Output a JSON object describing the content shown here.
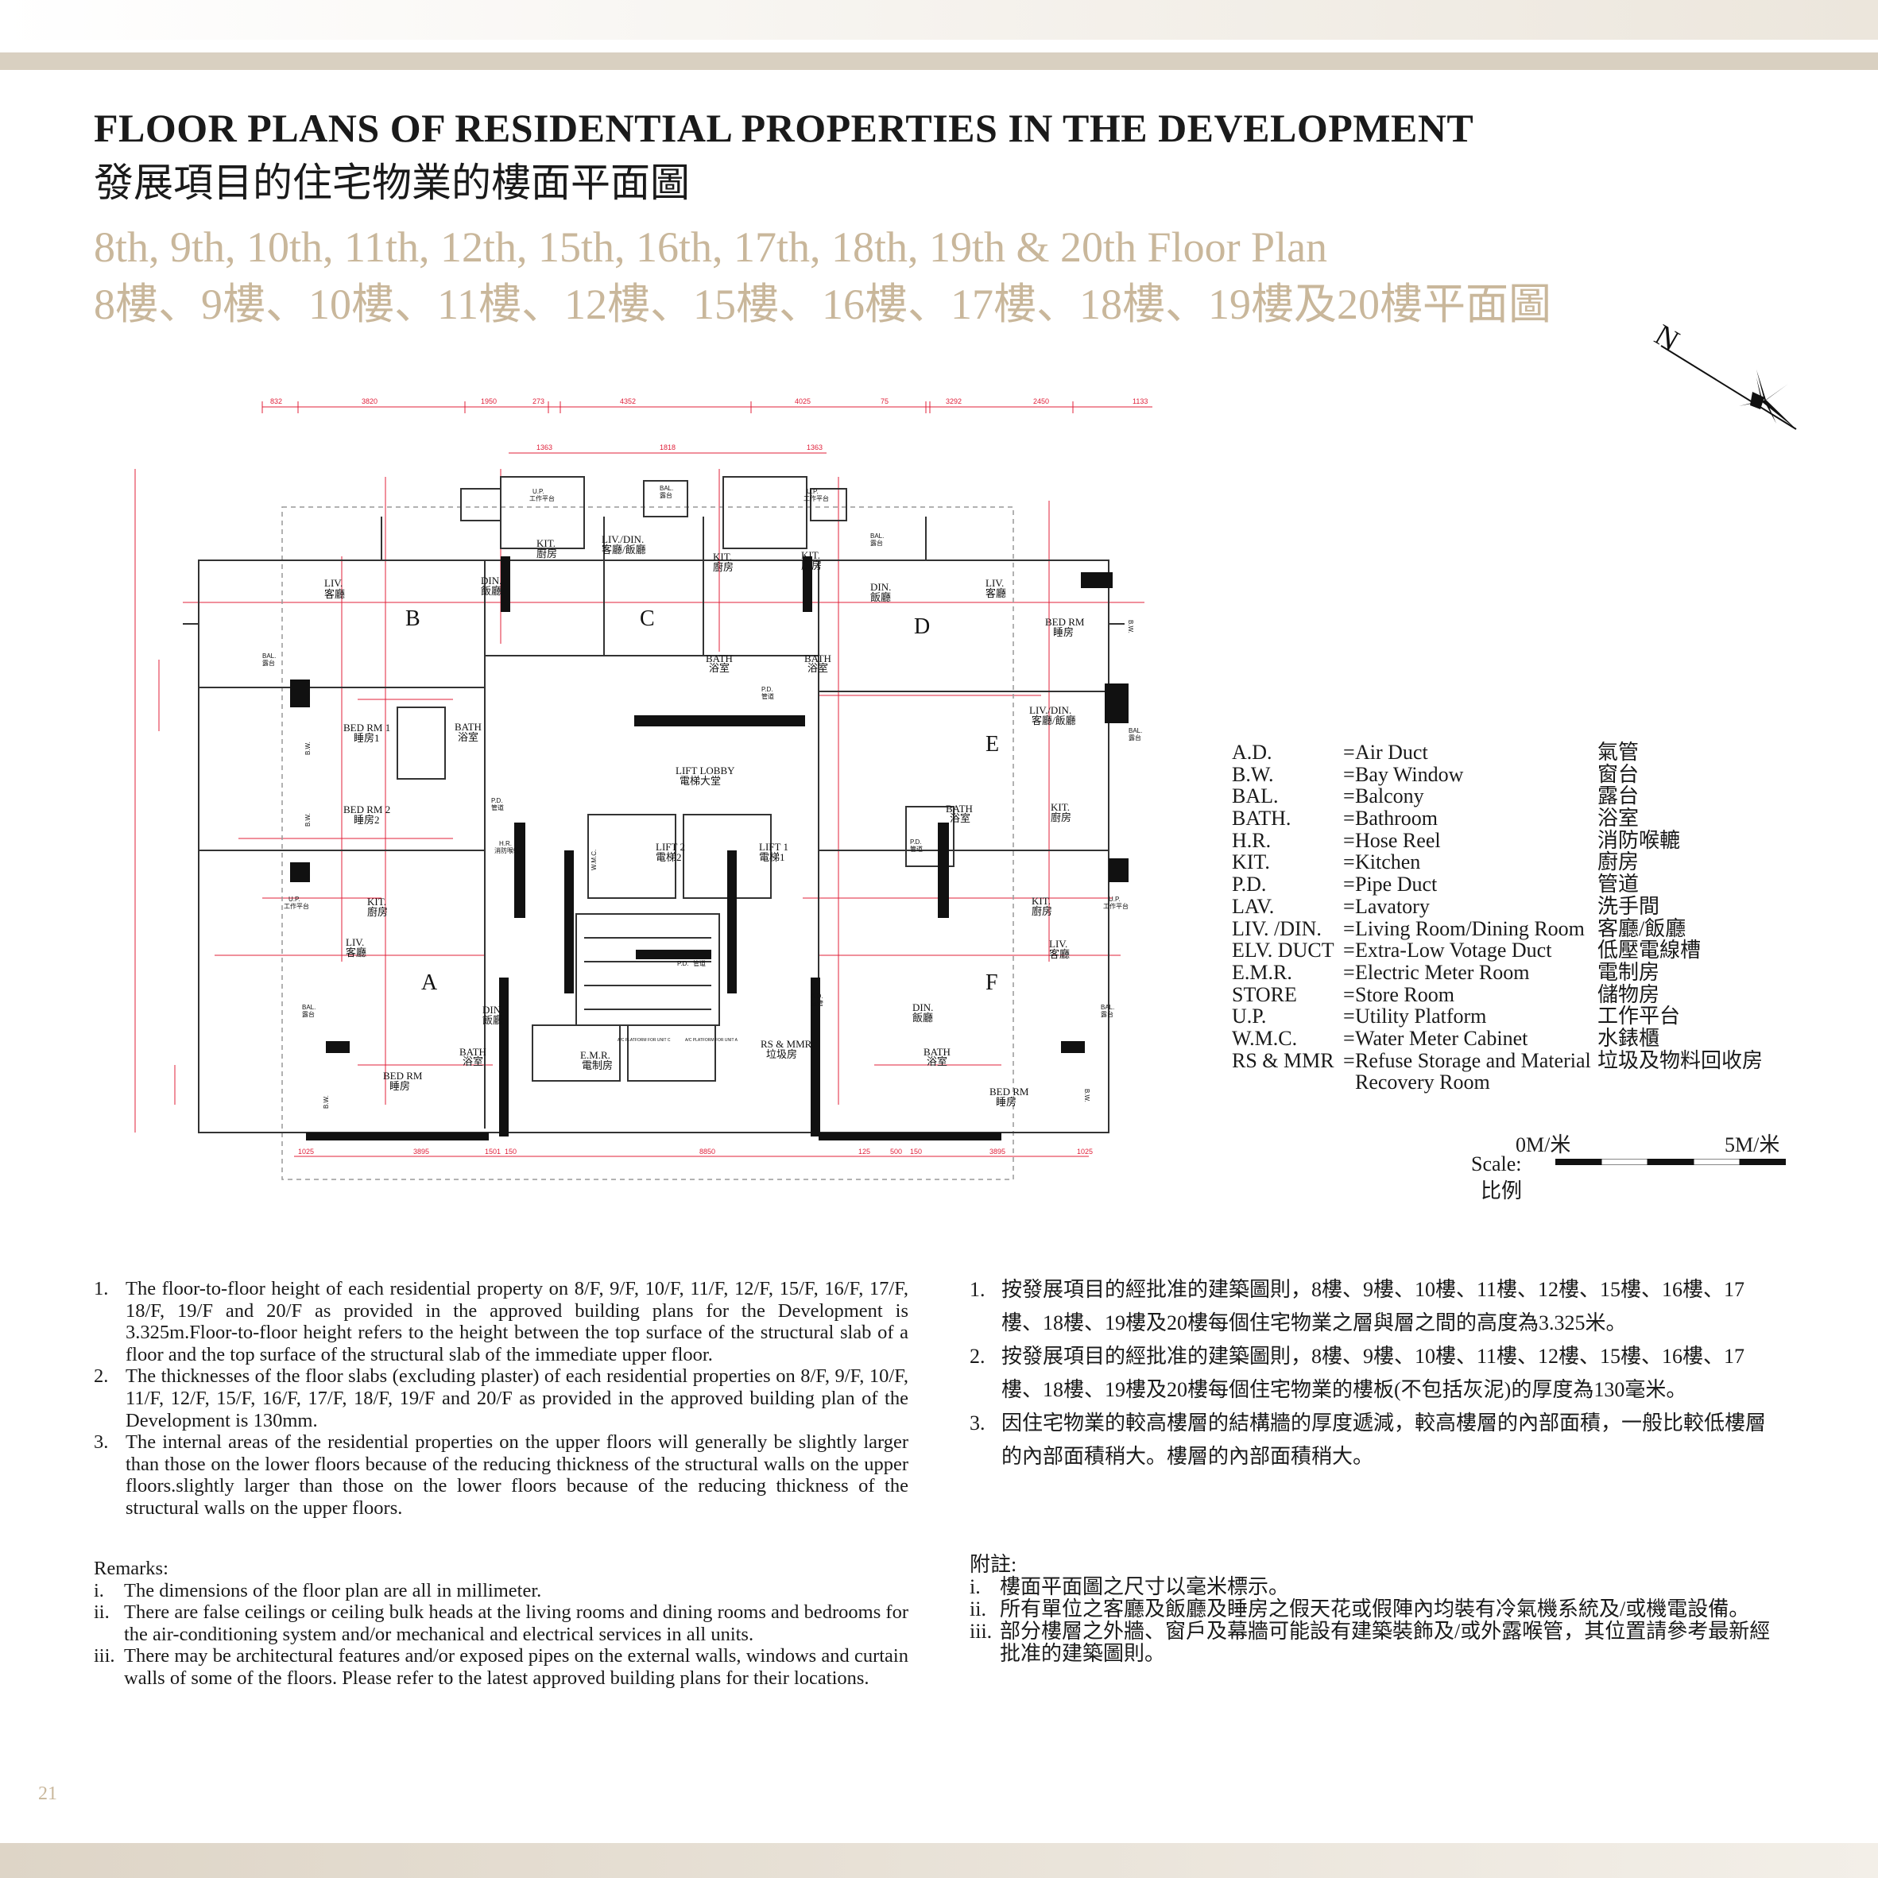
{
  "header": {
    "title_en": "FLOOR PLANS OF RESIDENTIAL PROPERTIES IN THE DEVELOPMENT",
    "title_zh": "發展項目的住宅物業的樓面平面圖",
    "subtitle_en": "8th, 9th, 10th, 11th, 12th, 15th, 16th, 17th, 18th, 19th & 20th Floor Plan",
    "subtitle_zh": "8樓、9樓、10樓、11樓、12樓、15樓、16樓、17樓、18樓、19樓及20樓平面圖"
  },
  "compass": {
    "label": "N"
  },
  "plan": {
    "top_dims": [
      "832",
      "3820",
      "1950",
      "273",
      "4352",
      "4025",
      "75",
      "3292",
      "2450",
      "1133"
    ],
    "top_dims2": [
      "1363",
      "1818",
      "1363"
    ],
    "bottom_dims": [
      "1025",
      "3895",
      "1501",
      "150",
      "8850",
      "125",
      "500",
      "150",
      "3895",
      "1025"
    ],
    "units": [
      {
        "id": "unit-a",
        "letter": "A"
      },
      {
        "id": "unit-b",
        "letter": "B"
      },
      {
        "id": "unit-c",
        "letter": "C"
      },
      {
        "id": "unit-d",
        "letter": "D"
      },
      {
        "id": "unit-e",
        "letter": "E"
      },
      {
        "id": "unit-f",
        "letter": "F"
      }
    ],
    "rooms": [
      {
        "en": "LIV.",
        "zh": "客廳"
      },
      {
        "en": "DIN.",
        "zh": "飯廳"
      },
      {
        "en": "KIT.",
        "zh": "廚房"
      },
      {
        "en": "LIV./DIN.",
        "zh": "客廳/飯廳"
      },
      {
        "en": "KIT.",
        "zh": "廚房"
      },
      {
        "en": "KIT.",
        "zh": "廚房"
      },
      {
        "en": "DIN.",
        "zh": "飯廳"
      },
      {
        "en": "LIV.",
        "zh": "客廳"
      },
      {
        "en": "BED RM",
        "zh": "睡房"
      },
      {
        "en": "BATH",
        "zh": "浴室"
      },
      {
        "en": "BATH",
        "zh": "浴室"
      },
      {
        "en": "BED RM 1",
        "zh": "睡房1"
      },
      {
        "en": "BATH",
        "zh": "浴室"
      },
      {
        "en": "BED RM 2",
        "zh": "睡房2"
      },
      {
        "en": "LIV./DIN.",
        "zh": "客廳/飯廳"
      },
      {
        "en": "LIFT LOBBY",
        "zh": "電梯大堂"
      },
      {
        "en": "LIFT 2",
        "zh": "電梯2"
      },
      {
        "en": "LIFT 1",
        "zh": "電梯1"
      },
      {
        "en": "BATH",
        "zh": "浴室"
      },
      {
        "en": "KIT.",
        "zh": "廚房"
      },
      {
        "en": "KIT.",
        "zh": "廚房"
      },
      {
        "en": "LIV.",
        "zh": "客廳"
      },
      {
        "en": "KIT.",
        "zh": "廚房"
      },
      {
        "en": "LIV.",
        "zh": "客廳"
      },
      {
        "en": "DIN.",
        "zh": "飯廳"
      },
      {
        "en": "BATH",
        "zh": "浴室"
      },
      {
        "en": "BED RM",
        "zh": "睡房"
      },
      {
        "en": "E.M.R.",
        "zh": "電制房"
      },
      {
        "en": "RS & MMR",
        "zh": "垃圾房"
      },
      {
        "en": "DIN.",
        "zh": "飯廳"
      },
      {
        "en": "BATH",
        "zh": "浴室"
      },
      {
        "en": "BED RM",
        "zh": "睡房"
      }
    ],
    "small_labels": {
      "bal": "BAL.",
      "bal_zh": "露台",
      "up": "U.P.",
      "up_zh": "工作平台",
      "pd": "P.D.",
      "pd_zh": "管道",
      "hr": "H.R.",
      "hr_zh": "消防喉轆",
      "ad": "A.D.",
      "ad_zh": "氣管",
      "wmc": "W.M.C.",
      "bw": "B.W.",
      "ac1": "A/C PLATFORM FOR UNIT C",
      "ac2": "A/C PLATFORM FOR UNIT A"
    }
  },
  "legend": [
    {
      "abbr": "A.D.",
      "en": "Air Duct",
      "zh": "氣管"
    },
    {
      "abbr": "B.W.",
      "en": "Bay Window",
      "zh": "窗台"
    },
    {
      "abbr": "BAL.",
      "en": "Balcony",
      "zh": "露台"
    },
    {
      "abbr": "BATH.",
      "en": "Bathroom",
      "zh": "浴室"
    },
    {
      "abbr": "H.R.",
      "en": "Hose Reel",
      "zh": "消防喉轆"
    },
    {
      "abbr": "KIT.",
      "en": "Kitchen",
      "zh": "廚房"
    },
    {
      "abbr": "P.D.",
      "en": "Pipe Duct",
      "zh": "管道"
    },
    {
      "abbr": "LAV.",
      "en": "Lavatory",
      "zh": "洗手間"
    },
    {
      "abbr": "LIV. /DIN.",
      "en": "Living Room/Dining Room",
      "zh": "客廳/飯廳"
    },
    {
      "abbr": "ELV. DUCT",
      "en": "Extra-Low Votage Duct",
      "zh": "低壓電線槽"
    },
    {
      "abbr": "E.M.R.",
      "en": "Electric Meter Room",
      "zh": "電制房"
    },
    {
      "abbr": "STORE",
      "en": "Store Room",
      "zh": "儲物房"
    },
    {
      "abbr": "U.P.",
      "en": "Utility Platform",
      "zh": "工作平台"
    },
    {
      "abbr": "W.M.C.",
      "en": "Water Meter Cabinet",
      "zh": "水錶櫃"
    },
    {
      "abbr": "RS & MMR",
      "en": "Refuse Storage and Material Recovery Room",
      "zh": "垃圾及物料回收房"
    }
  ],
  "legend_eq": "=",
  "scale": {
    "zero": "0M/米",
    "five": "5M/米",
    "label": "Scale:",
    "label_zh": "比例"
  },
  "notes_en": [
    {
      "num": "1.",
      "text": "The floor-to-floor height of each residential property on 8/F, 9/F, 10/F, 11/F, 12/F, 15/F, 16/F, 17/F, 18/F, 19/F and 20/F as provided in the approved building plans for the Development is 3.325m.Floor-to-floor height refers to the height between the top surface of the structural slab of a floor and the top surface of the structural slab of the immediate upper floor."
    },
    {
      "num": "2.",
      "text": "The thicknesses of the floor slabs (excluding plaster) of each residential properties on 8/F, 9/F, 10/F, 11/F, 12/F, 15/F, 16/F, 17/F, 18/F, 19/F and 20/F as provided in the approved building plan of the Development is 130mm."
    },
    {
      "num": "3.",
      "text": "The internal areas of the residential properties on the upper floors will generally be slightly larger than those on the lower floors because of the reducing thickness of the structural walls on the upper floors.slightly larger than those on the lower floors because of the reducing thickness of the structural walls on the upper floors."
    }
  ],
  "notes_zh": [
    {
      "num": "1.",
      "text": "按發展項目的經批准的建築圖則，8樓、9樓、10樓、11樓、12樓、15樓、16樓、17樓、18樓、19樓及20樓每個住宅物業之層與層之間的高度為3.325米。"
    },
    {
      "num": "2.",
      "text": "按發展項目的經批准的建築圖則，8樓、9樓、10樓、11樓、12樓、15樓、16樓、17樓、18樓、19樓及20樓每個住宅物業的樓板(不包括灰泥)的厚度為130毫米。"
    },
    {
      "num": "3.",
      "text": "因住宅物業的較高樓層的結構牆的厚度遞減，較高樓層的內部面積，一般比較低樓層的內部面積稍大。樓層的內部面積稍大。"
    }
  ],
  "remarks_en": {
    "heading": "Remarks:",
    "items": [
      {
        "num": "i.",
        "text": "The dimensions of the floor plan are all in millimeter."
      },
      {
        "num": "ii.",
        "text": "There are false ceilings or ceiling bulk heads at the living rooms and dining rooms and bedrooms for the air-conditioning system and/or mechanical and electrical services in all units."
      },
      {
        "num": "iii.",
        "text": "There may be architectural features and/or exposed pipes on the external walls, windows and curtain walls of some of the floors. Please refer to the latest approved building plans for their locations."
      }
    ]
  },
  "remarks_zh": {
    "heading": "附註:",
    "items": [
      {
        "num": "i.",
        "text": "樓面平面圖之尺寸以毫米標示。"
      },
      {
        "num": "ii.",
        "text": "所有單位之客廳及飯廳及睡房之假天花或假陣內均裝有冷氣機系統及/或機電設備。"
      },
      {
        "num": "iii.",
        "text": "部分樓層之外牆、窗戶及幕牆可能設有建築裝飾及/或外露喉管，其位置請參考最新經批准的建築圖則。"
      }
    ]
  },
  "page_number": "21"
}
